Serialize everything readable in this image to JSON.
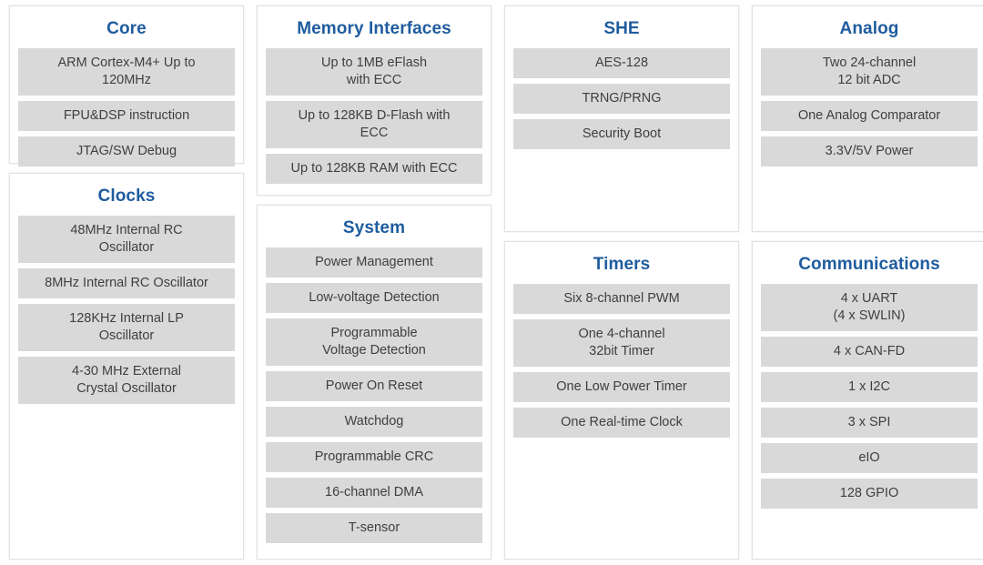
{
  "theme": {
    "accent_blue": "#1f5c9e",
    "item_bg": "#d9d9d9",
    "item_text": "#3f3f3f",
    "panel_bg": "#ffffff",
    "panel_border": "#e2e2e2",
    "page_bg": "#ffffff"
  },
  "panels": {
    "core": {
      "title": "Core",
      "items": [
        "ARM Cortex-M4+ Up to\n120MHz",
        "FPU&DSP instruction",
        "JTAG/SW Debug"
      ]
    },
    "clocks": {
      "title": "Clocks",
      "items": [
        "48MHz Internal RC\nOscillator",
        "8MHz Internal RC Oscillator",
        "128KHz Internal LP\nOscillator",
        "4-30 MHz External\nCrystal Oscillator"
      ]
    },
    "memory": {
      "title": "Memory Interfaces",
      "items": [
        "Up to 1MB eFlash\nwith ECC",
        "Up to 128KB D-Flash with\nECC",
        "Up to 128KB RAM with ECC"
      ]
    },
    "system": {
      "title": "System",
      "items": [
        "Power Management",
        "Low-voltage Detection",
        "Programmable\nVoltage Detection",
        "Power On Reset",
        "Watchdog",
        "Programmable CRC",
        "16-channel DMA",
        "T-sensor"
      ]
    },
    "she": {
      "title": "SHE",
      "items": [
        "AES-128",
        "TRNG/PRNG",
        "Security Boot"
      ]
    },
    "timers": {
      "title": "Timers",
      "items": [
        "Six 8-channel PWM",
        "One 4-channel\n32bit Timer",
        "One Low Power Timer",
        "One Real-time Clock"
      ]
    },
    "analog": {
      "title": "Analog",
      "items": [
        "Two 24-channel\n12 bit ADC",
        "One Analog Comparator",
        "3.3V/5V Power"
      ]
    },
    "communications": {
      "title": "Communications",
      "items": [
        "4 x UART\n(4 x SWLIN)",
        "4 x CAN-FD",
        "1 x I2C",
        "3 x SPI",
        "eIO",
        "128 GPIO"
      ]
    }
  }
}
